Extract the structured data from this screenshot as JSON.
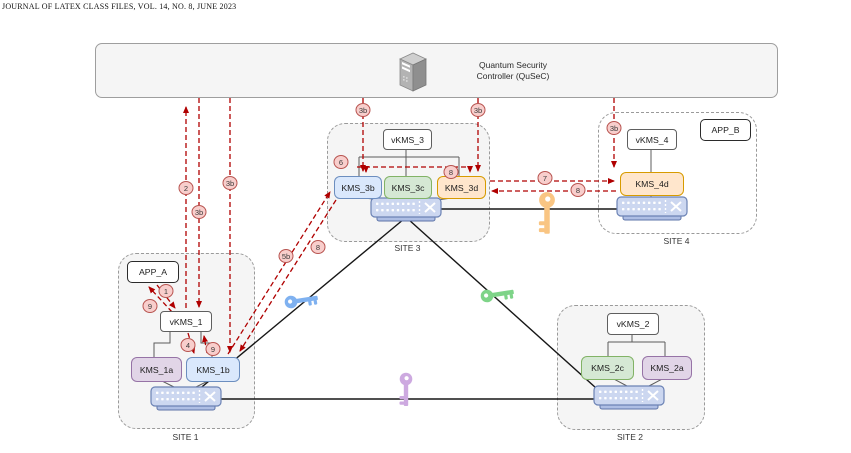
{
  "header": {
    "text": "JOURNAL OF LATEX CLASS FILES, VOL. 14, NO. 8, JUNE 2023"
  },
  "controller": {
    "line1": "Quantum Security",
    "line2": "Controller (QuSeC)",
    "icon": "server-icon"
  },
  "sites": {
    "site1": {
      "label": "SITE 1",
      "app": "APP_A",
      "vkms": "vKMS_1",
      "kms": [
        {
          "label": "KMS_1a",
          "color": "purple"
        },
        {
          "label": "KMS_1b",
          "color": "blue"
        }
      ]
    },
    "site2": {
      "label": "SITE 2",
      "vkms": "vKMS_2",
      "kms": [
        {
          "label": "KMS_2c",
          "color": "green"
        },
        {
          "label": "KMS_2a",
          "color": "purple"
        }
      ]
    },
    "site3": {
      "label": "SITE 3",
      "vkms": "vKMS_3",
      "kms": [
        {
          "label": "KMS_3b",
          "color": "blue"
        },
        {
          "label": "KMS_3c",
          "color": "green"
        },
        {
          "label": "KMS_3d",
          "color": "orange"
        }
      ]
    },
    "site4": {
      "label": "SITE 4",
      "app": "APP_B",
      "vkms": "vKMS_4",
      "kms": [
        {
          "label": "KMS_4d",
          "color": "orange"
        }
      ]
    }
  },
  "badges": [
    {
      "label": "2"
    },
    {
      "label": "3b"
    },
    {
      "label": "3b"
    },
    {
      "label": "3b"
    },
    {
      "label": "3b"
    },
    {
      "label": "3b"
    },
    {
      "label": "6"
    },
    {
      "label": "8"
    },
    {
      "label": "7"
    },
    {
      "label": "8"
    },
    {
      "label": "5b"
    },
    {
      "label": "8"
    },
    {
      "label": "1"
    },
    {
      "label": "9"
    },
    {
      "label": "4"
    },
    {
      "label": "9"
    }
  ],
  "keys": [
    {
      "name": "blue-key",
      "color": "#7FB1F0"
    },
    {
      "name": "green-key",
      "color": "#7ED488"
    },
    {
      "name": "purple-key",
      "color": "#CDA9E0"
    },
    {
      "name": "orange-key",
      "color": "#F9C583"
    }
  ],
  "colors": {
    "arrow_red": "#B00000",
    "badge_fill": "#F8CECC",
    "badge_border": "#B85450",
    "kms_purple": "#E1D5E7",
    "kms_blue": "#DAE8FC",
    "kms_green": "#D5E8D4",
    "kms_orange": "#FFE6CC",
    "site_fill": "#F5F5F5"
  }
}
